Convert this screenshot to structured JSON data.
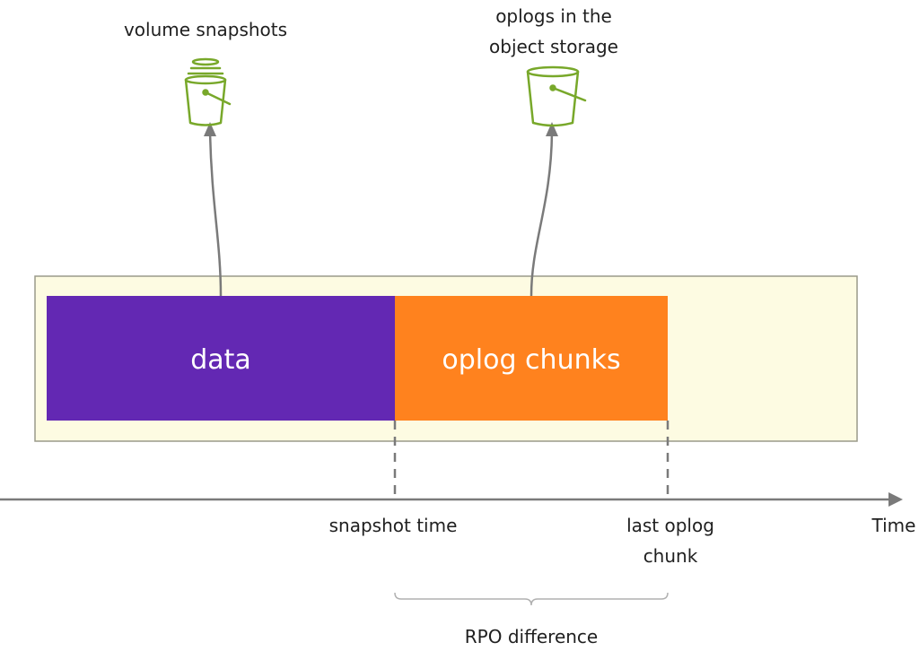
{
  "labels": {
    "volume_snapshots": "volume snapshots",
    "oplogs_line1": "oplogs in the",
    "oplogs_line2": "object storage",
    "data": "data",
    "oplog_chunks": "oplog chunks",
    "snapshot_time": "snapshot time",
    "last_oplog_line1": "last oplog",
    "last_oplog_line2": "chunk",
    "time": "Time",
    "rpo_difference": "RPO difference"
  },
  "icons": {
    "snapshot_bucket": "stacked-bucket-icon",
    "oplog_bucket": "bucket-icon"
  },
  "colors": {
    "container_fill": "#fdfbe2",
    "container_stroke": "#9a9a8a",
    "data_block": "#6328b3",
    "oplog_block": "#ff821e",
    "bucket": "#78a82a",
    "arrow": "#7a7a7a",
    "text": "#1f1f1f"
  }
}
